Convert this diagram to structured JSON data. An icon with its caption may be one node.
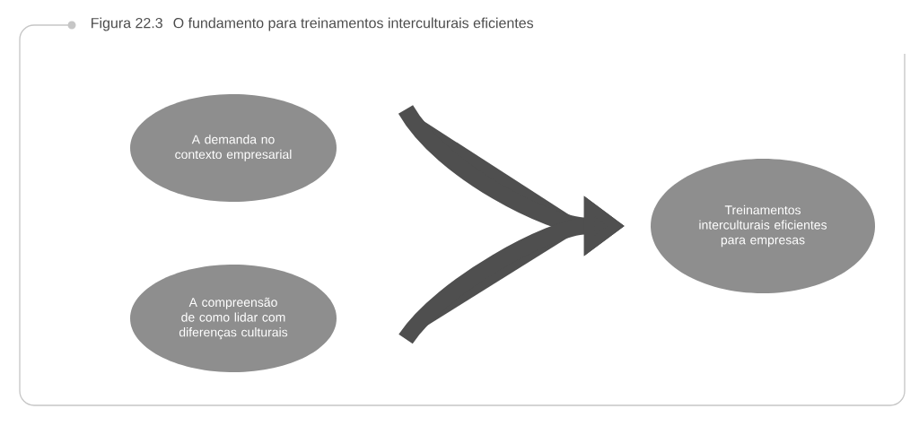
{
  "diagram": {
    "title": "O fundamento para treinamentos interculturais eficientes",
    "labels": [
      "Figura 22.3"
    ],
    "nodes": [
      {
        "text": [
          "A demanda no contexto empresarial"
        ]
      },
      {
        "text": [
          "A compreensão de como lidar com diferenças culturais"
        ]
      },
      {
        "text": [
          "Treinamentos interculturais eficientes para empresas"
        ]
      }
    ],
    "edges": [
      {
        "from": null,
        "to": 2,
        "arrow": "to"
      },
      {
        "from": null,
        "to": 2,
        "arrow": "to"
      }
    ]
  }
}
